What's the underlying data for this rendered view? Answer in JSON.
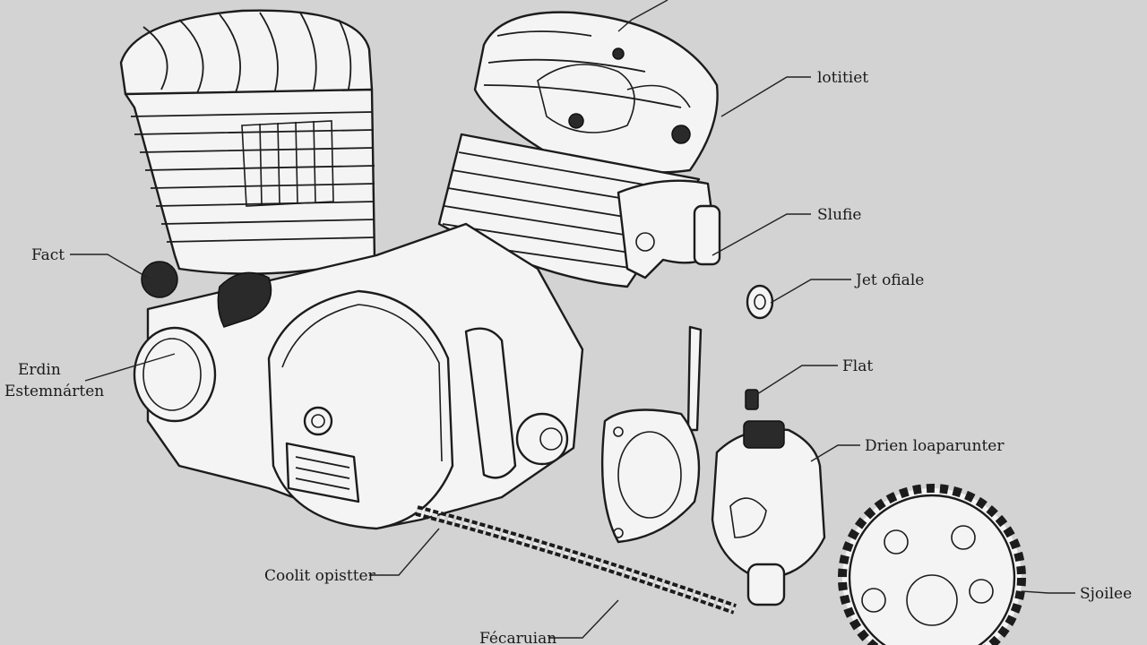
{
  "colors": {
    "background": "#d3d3d3",
    "ink": "#1c1c1c",
    "part_fill": "#f4f4f4"
  },
  "labels": {
    "top_right_1": "lotitiet",
    "right_2": "Slufie",
    "right_3": "Jet ofiale",
    "right_4": "Flat",
    "right_5": "Drien loaparunter",
    "right_6": "Sjoilee",
    "left_1": "Fact",
    "left_2_line1": "Erdin",
    "left_2_line2": "Estemnárten",
    "bottom_1": "Coolit opistter",
    "bottom_2": "Fécaruian"
  }
}
